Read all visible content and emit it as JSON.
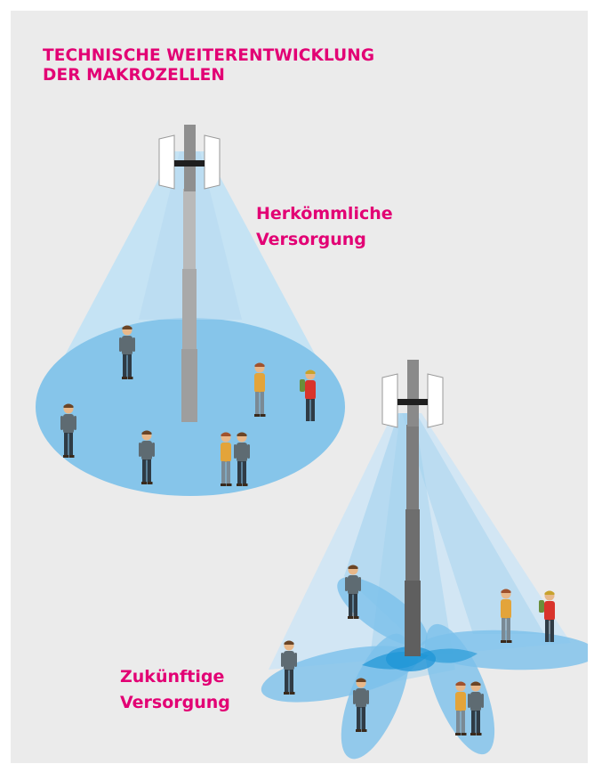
{
  "title": {
    "line1": "TECHNISCHE WEITERENTWICKLUNG",
    "line2": "DER MAKROZELLEN"
  },
  "labels": {
    "conventional": {
      "line1": "Herkömmliche",
      "line2": "Versorgung"
    },
    "future": {
      "line1": "Zukünftige",
      "line2": "Versorgung"
    }
  },
  "colors": {
    "background": "#ebebeb",
    "accent": "#e20074",
    "coverage_light": "#c5e3f4",
    "coverage_disc": "#86c5ea",
    "beam_dark": "#1e96d6",
    "mast_light": "#a9a9a9",
    "mast_dark": "#6e6e6e"
  },
  "icons": {
    "antenna": "cell-tower-antenna-icon",
    "people": "pedestrian-figure-icon"
  }
}
